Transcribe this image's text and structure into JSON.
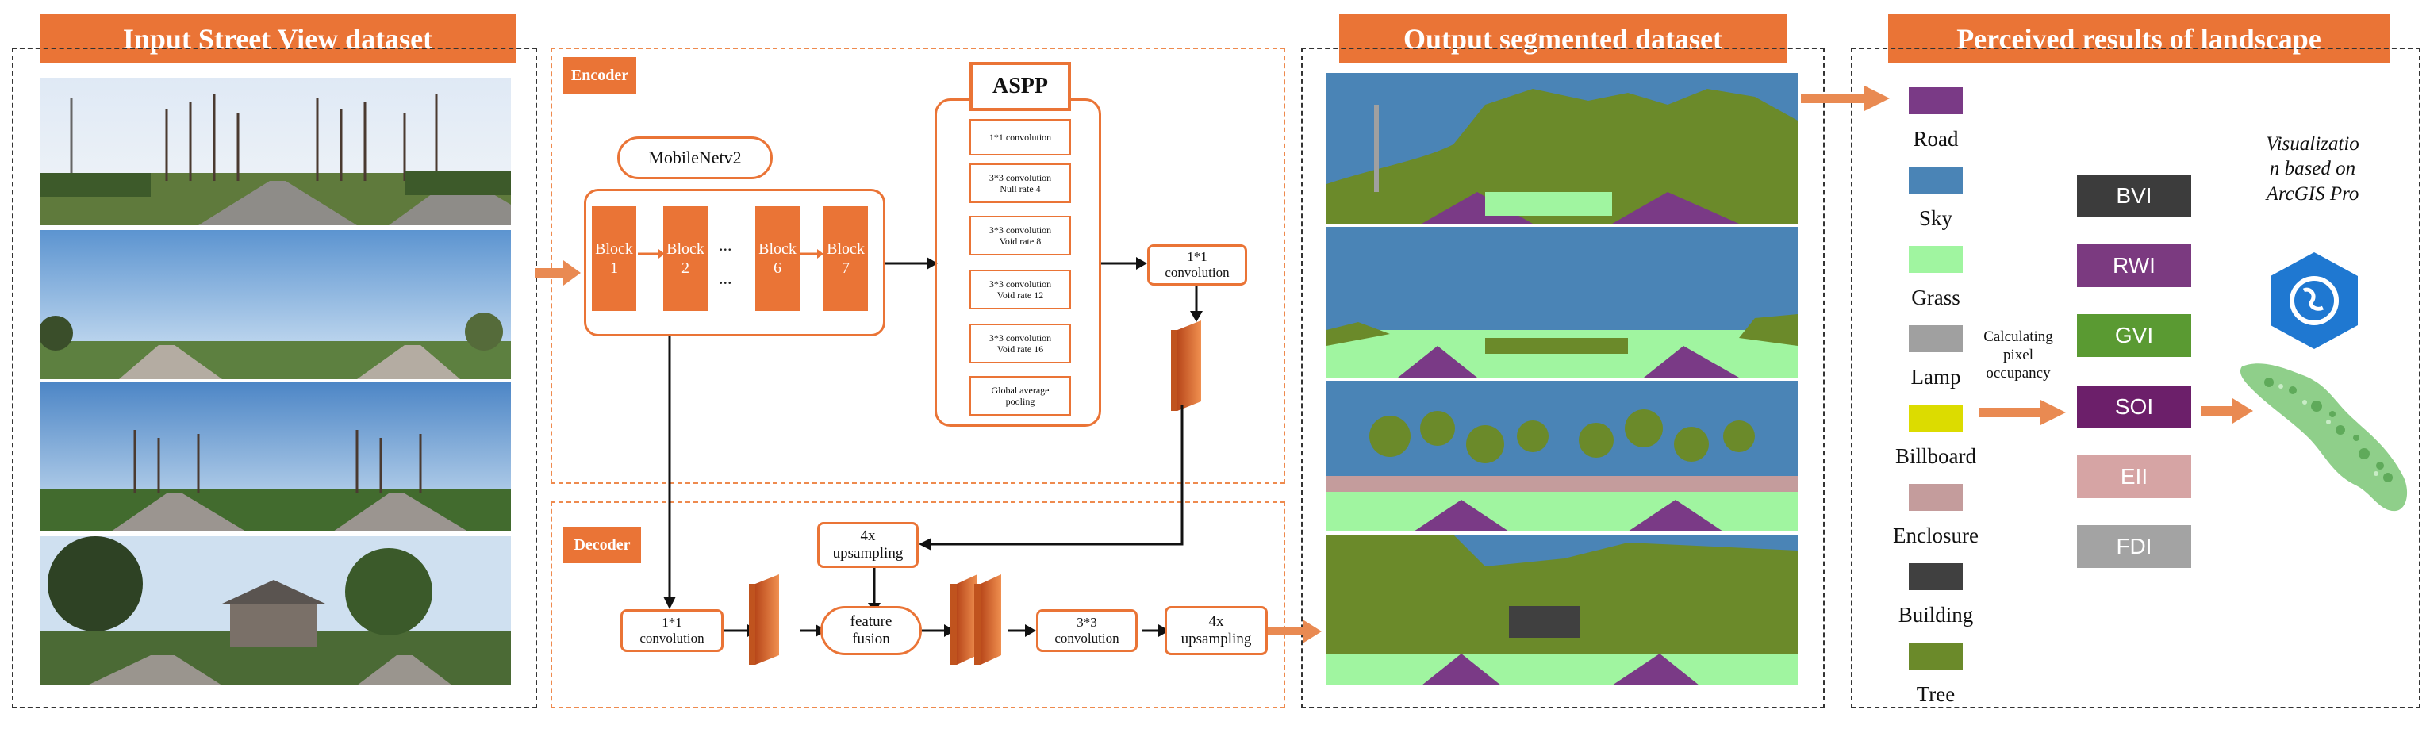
{
  "sections": {
    "input_title": "Input Street View dataset",
    "output_title": "Output segmented dataset",
    "perceived_title": "Perceived results of landscape"
  },
  "encoder": {
    "tag": "Encoder",
    "backbone": "MobileNetv2",
    "blocks": [
      {
        "line1": "Block",
        "line2": "1"
      },
      {
        "line1": "Block",
        "line2": "2"
      },
      {
        "line1": "Block",
        "line2": "6"
      },
      {
        "line1": "Block",
        "line2": "7"
      }
    ],
    "ellipsis1": "...",
    "ellipsis2": "...",
    "aspp_title": "ASPP",
    "aspp_items": [
      {
        "line1": "1*1 convolution",
        "line2": ""
      },
      {
        "line1": "3*3 convolution",
        "line2": "Null rate 4"
      },
      {
        "line1": "3*3 convolution",
        "line2": "Void rate 8"
      },
      {
        "line1": "3*3 convolution",
        "line2": "Void rate 12"
      },
      {
        "line1": "3*3 convolution",
        "line2": "Void rate 16"
      },
      {
        "line1": "Global average",
        "line2": "pooling"
      }
    ],
    "conv1x1": {
      "line1": "1*1",
      "line2": "convolution"
    }
  },
  "decoder": {
    "tag": "Decoder",
    "upsample_top": {
      "line1": "4x",
      "line2": "upsampling"
    },
    "conv1x1": {
      "line1": "1*1",
      "line2": "convolution"
    },
    "fusion": {
      "line1": "feature",
      "line2": "fusion"
    },
    "conv3x3": {
      "line1": "3*3",
      "line2": "convolution"
    },
    "upsample_out": {
      "line1": "4x",
      "line2": "upsampling"
    }
  },
  "legend": [
    {
      "label": "Road",
      "color": "#7a3a86"
    },
    {
      "label": "Sky",
      "color": "#4a84b6"
    },
    {
      "label": "Grass",
      "color": "#a0f5a0"
    },
    {
      "label": "Lamp",
      "color": "#a0a0a0"
    },
    {
      "label": "Billboard",
      "color": "#dcdc00"
    },
    {
      "label": "Enclosure",
      "color": "#c49c9c"
    },
    {
      "label": "Building",
      "color": "#404040"
    },
    {
      "label": "Tree",
      "color": "#6b8a2a"
    }
  ],
  "calculating": {
    "line1": "Calculating",
    "line2": "pixel",
    "line3": "occupancy"
  },
  "metrics": [
    {
      "label": "BVI",
      "color": "#3c3c3c"
    },
    {
      "label": "RWI",
      "color": "#7b3a80"
    },
    {
      "label": "GVI",
      "color": "#5a9a32"
    },
    {
      "label": "SOI",
      "color": "#6c1f6a"
    },
    {
      "label": "EII",
      "color": "#d6a4a4"
    },
    {
      "label": "FDI",
      "color": "#a3a3a3"
    }
  ],
  "visualization": {
    "line1": "Visualizatio",
    "line2": "n based on",
    "line3": "ArcGIS Pro"
  },
  "colors": {
    "accent": "#ea7436",
    "border_dark": "#333333",
    "border_orange": "#ee8a4e"
  }
}
